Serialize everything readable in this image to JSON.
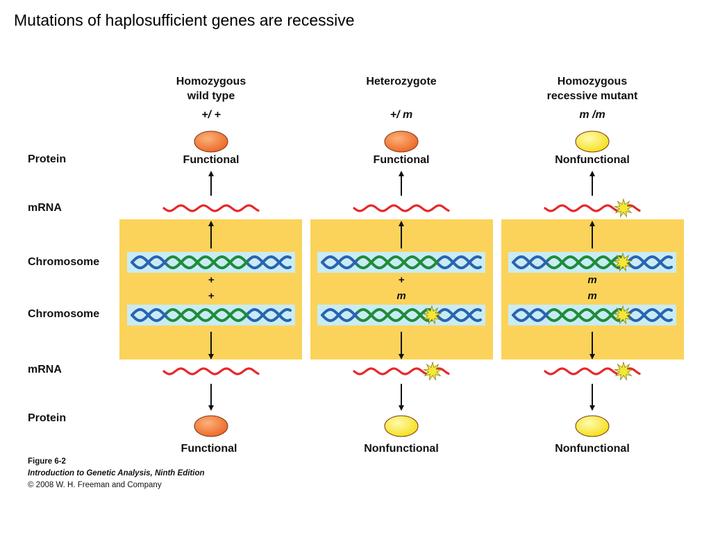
{
  "title": "Mutations of haplosufficient genes are recessive",
  "row_labels": {
    "protein_top": "Protein",
    "mrna_top": "mRNA",
    "chromosome_1": "Chromosome",
    "chromosome_2": "Chromosome",
    "mrna_bottom": "mRNA",
    "protein_bottom": "Protein"
  },
  "columns": [
    {
      "heading": "Homozygous\nwild type",
      "genotype": "+/ +",
      "protein_top": {
        "label": "Functional",
        "state": "functional"
      },
      "protein_bottom": {
        "label": "Functional",
        "state": "functional"
      },
      "allele_1": "+",
      "allele_2": "+",
      "chromosome_1_mutated": false,
      "chromosome_2_mutated": false,
      "mrna_top_mutated": false,
      "mrna_bottom_mutated": false
    },
    {
      "heading": "Heterozygote",
      "genotype": "+/ m",
      "protein_top": {
        "label": "Functional",
        "state": "functional"
      },
      "protein_bottom": {
        "label": "Nonfunctional",
        "state": "nonfunctional"
      },
      "allele_1": "+",
      "allele_2": "m",
      "chromosome_1_mutated": false,
      "chromosome_2_mutated": true,
      "mrna_top_mutated": false,
      "mrna_bottom_mutated": true
    },
    {
      "heading": "Homozygous\nrecessive mutant",
      "genotype": "m /m",
      "protein_top": {
        "label": "Nonfunctional",
        "state": "nonfunctional"
      },
      "protein_bottom": {
        "label": "Nonfunctional",
        "state": "nonfunctional"
      },
      "allele_1": "m",
      "allele_2": "m",
      "chromosome_1_mutated": true,
      "chromosome_2_mutated": true,
      "mrna_top_mutated": true,
      "mrna_bottom_mutated": true
    }
  ],
  "caption": {
    "figure": "Figure 6-2",
    "book": "Introduction to Genetic Analysis, Ninth Edition",
    "copyright": "© 2008 W. H. Freeman and Company"
  },
  "colors": {
    "functional_protein": "#ee6a2a",
    "nonfunctional_protein": "#f5e020",
    "panel": "#fbd35a",
    "mrna": "#e8262a",
    "dna_blue": "#2a63b0",
    "dna_green": "#1f8c3a",
    "chromosome_bg": "#c9ecf4",
    "mutation_star": "#f2e838"
  }
}
